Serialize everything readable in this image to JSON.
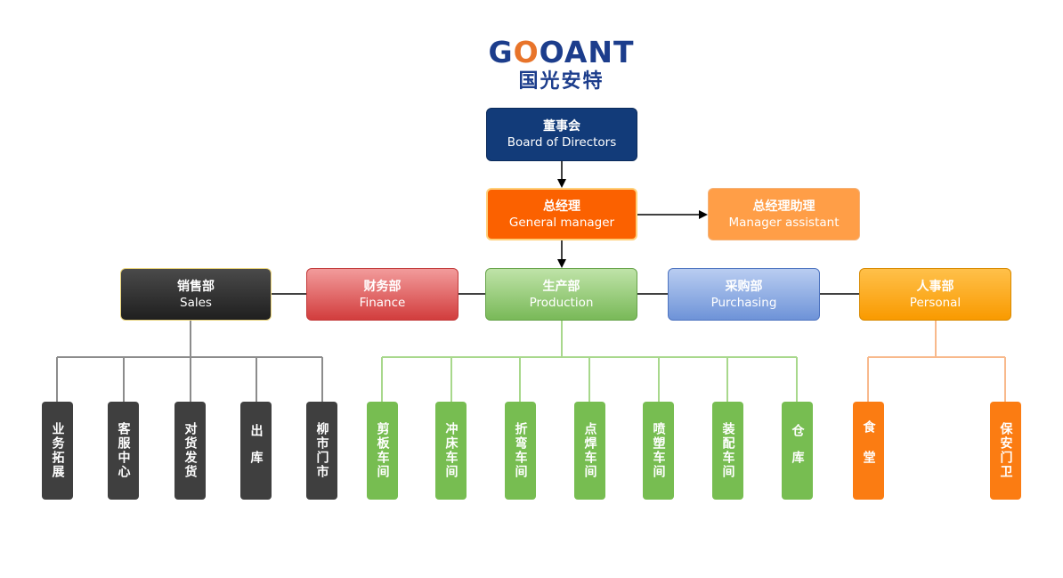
{
  "logo": {
    "brand": "GOOANT",
    "brand_o": "O",
    "brand_rest": "OANT",
    "brand_g": "G",
    "chinese": "国光安特"
  },
  "board": {
    "cn": "董事会",
    "en": "Board of Directors"
  },
  "general_manager": {
    "cn": "总经理",
    "en": "General manager"
  },
  "assistant": {
    "cn": "总经理助理",
    "en": "Manager assistant"
  },
  "departments": {
    "sales": {
      "cn": "销售部",
      "en": "Sales"
    },
    "finance": {
      "cn": "财务部",
      "en": "Finance"
    },
    "production": {
      "cn": "生产部",
      "en": "Production"
    },
    "purchasing": {
      "cn": "采购部",
      "en": "Purchasing"
    },
    "personal": {
      "cn": "人事部",
      "en": "Personal"
    }
  },
  "sales_units": [
    "业务拓展",
    "客服中心",
    "对货发货",
    "出库",
    "柳市门市"
  ],
  "production_units": [
    "剪板车间",
    "冲床车间",
    "折弯车间",
    "点焊车间",
    "喷塑车间",
    "装配车间",
    "仓库"
  ],
  "personal_units": [
    "食堂",
    "保安门卫"
  ],
  "colors": {
    "navy": "#123b79",
    "orange": "#fb6100",
    "light_orange": "#ff9e47",
    "dark": "#3f3f3f",
    "green": "#77bd51",
    "unit_orange": "#fb7c12"
  }
}
